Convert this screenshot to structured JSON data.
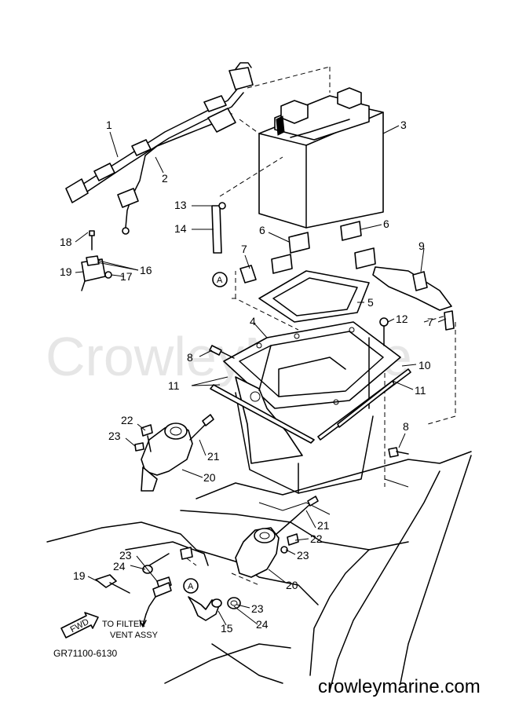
{
  "watermark": "CrowleyMarine",
  "footer": {
    "site": "crowleymarine.com",
    "drawing_code": "GR71100-6130"
  },
  "notes": {
    "to_filter_line1": "TO FILTER",
    "to_filter_line2": "VENT ASSY",
    "fwd": "FWD"
  },
  "callouts": {
    "c1": "1",
    "c2": "2",
    "c3": "3",
    "c4": "4",
    "c5": "5",
    "c6a": "6",
    "c6b": "6",
    "c7a": "7",
    "c7b": "7",
    "c8a": "8",
    "c8b": "8",
    "c9": "9",
    "c10": "10",
    "c11a": "11",
    "c11b": "11",
    "c12": "12",
    "c13": "13",
    "c14": "14",
    "c15": "15",
    "c16": "16",
    "c17": "17",
    "c18": "18",
    "c19a": "19",
    "c19b": "19",
    "c20a": "20",
    "c20b": "20",
    "c21a": "21",
    "c21b": "21",
    "c22a": "22",
    "c22b": "22",
    "c23a": "23",
    "c23b": "23",
    "c23c": "23",
    "c23d": "23",
    "c24a": "24",
    "c24b": "24",
    "refA1": "A",
    "refA2": "A"
  }
}
